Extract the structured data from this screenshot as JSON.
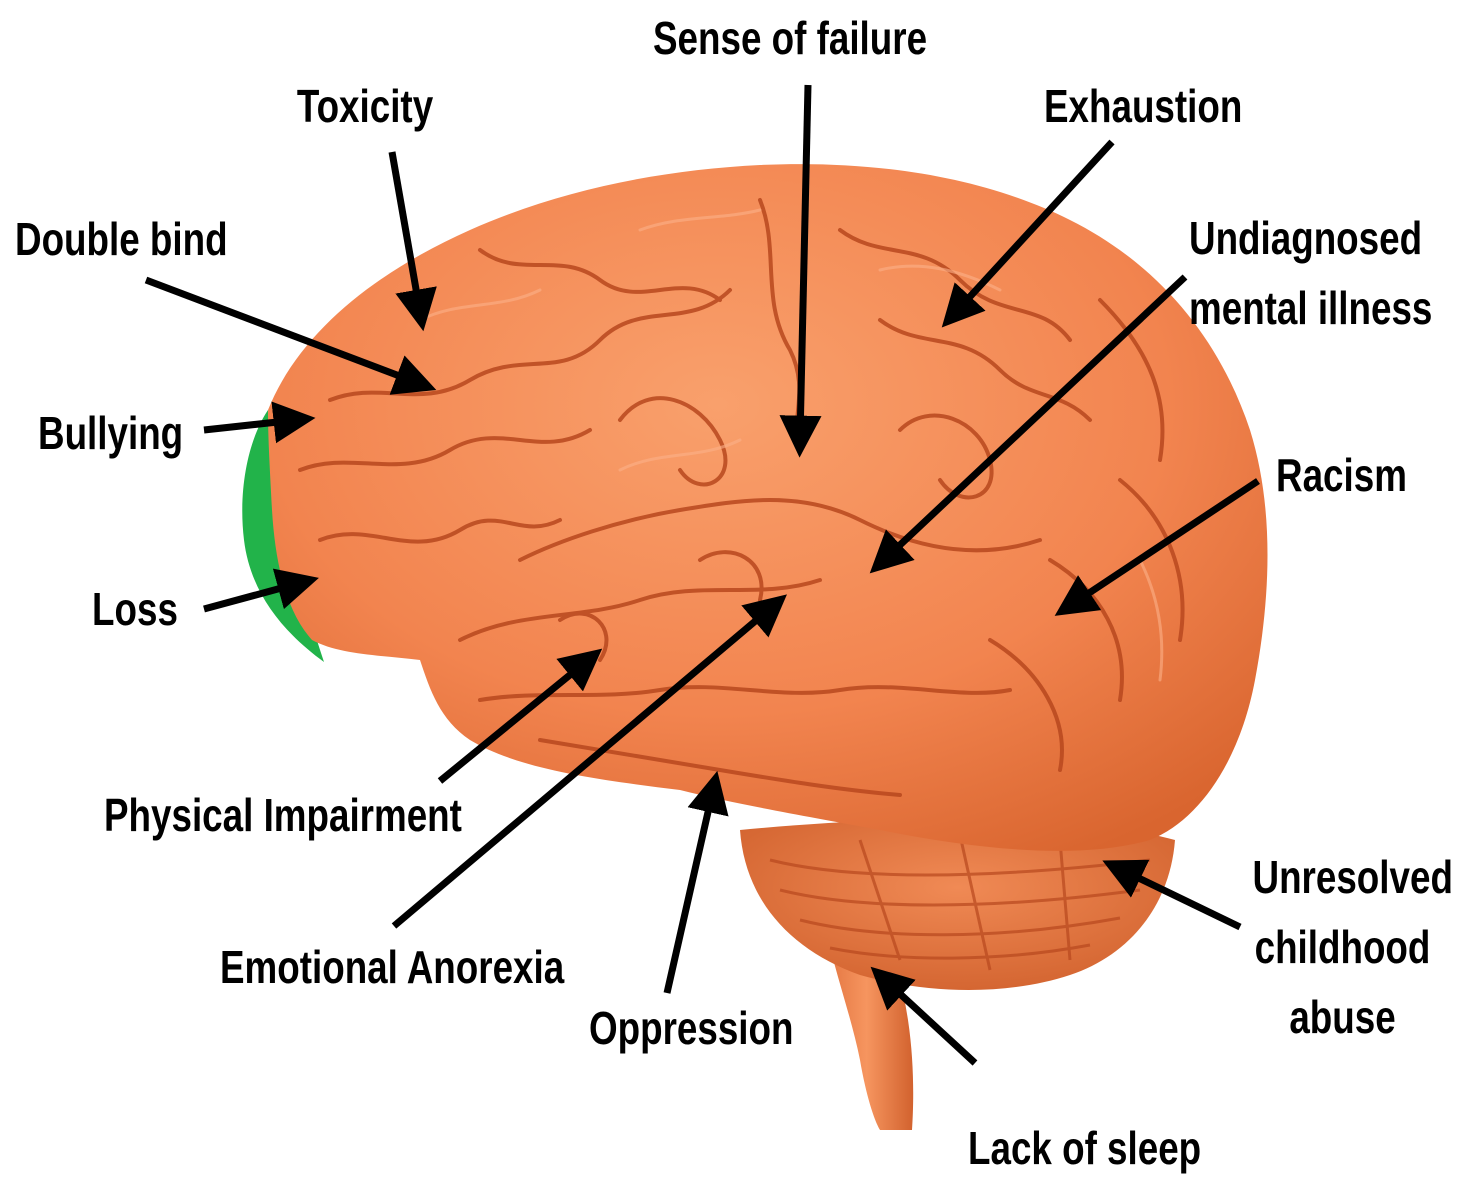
{
  "diagram": {
    "colors": {
      "brain": "#f2844f",
      "brain_highlight": "#fbb088",
      "brain_shadow": "#c9572a",
      "gyri_lines": "#b8481e",
      "cerebellum": "#e4733f",
      "occipital_highlight": "#22b34a",
      "arrow": "#000000",
      "background": "#ffffff"
    },
    "labels": {
      "sense_of_failure": "Sense of failure",
      "toxicity": "Toxicity",
      "exhaustion": "Exhaustion",
      "double_bind": "Double bind",
      "undiagnosed": [
        "Undiagnosed",
        "mental illness"
      ],
      "bullying": "Bullying",
      "racism": "Racism",
      "loss": "Loss",
      "physical_impairment": "Physical Impairment",
      "unresolved": [
        "Unresolved",
        "childhood",
        "abuse"
      ],
      "emotional_anorexia": "Emotional Anorexia",
      "oppression": "Oppression",
      "lack_of_sleep": "Lack of sleep"
    }
  }
}
